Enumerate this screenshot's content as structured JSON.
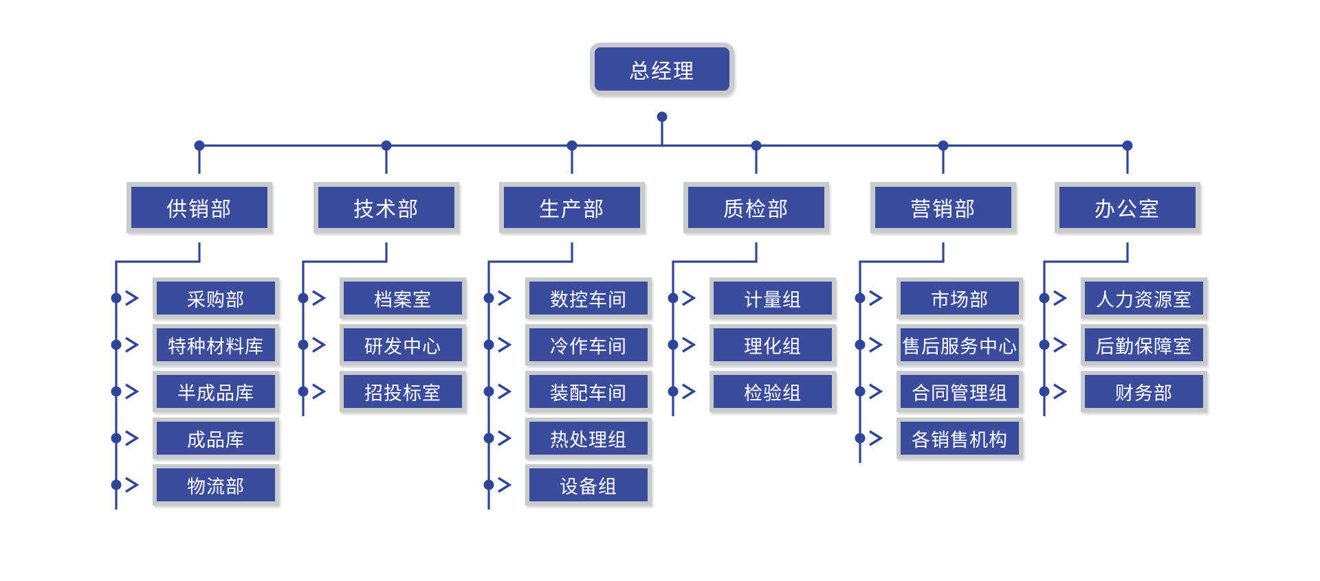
{
  "colors": {
    "background": "#ffffff",
    "node_fill": "#3a4c9b",
    "node_border": "#c9cacc",
    "node_text": "#ffffff",
    "connector_line": "#30459a"
  },
  "org_chart": {
    "root": {
      "label": "总经理"
    },
    "departments": [
      {
        "label": "供销部",
        "children": [
          "采购部",
          "特种材料库",
          "半成品库",
          "成品库",
          "物流部"
        ]
      },
      {
        "label": "技术部",
        "children": [
          "档案室",
          "研发中心",
          "招投标室"
        ]
      },
      {
        "label": "生产部",
        "children": [
          "数控车间",
          "冷作车间",
          "装配车间",
          "热处理组",
          "设备组"
        ]
      },
      {
        "label": "质检部",
        "children": [
          "计量组",
          "理化组",
          "检验组"
        ]
      },
      {
        "label": "营销部",
        "children": [
          "市场部",
          "售后服务中心",
          "合同管理组",
          "各销售机构"
        ]
      },
      {
        "label": "办公室",
        "children": [
          "人力资源室",
          "后勤保障室",
          "财务部"
        ]
      }
    ]
  }
}
